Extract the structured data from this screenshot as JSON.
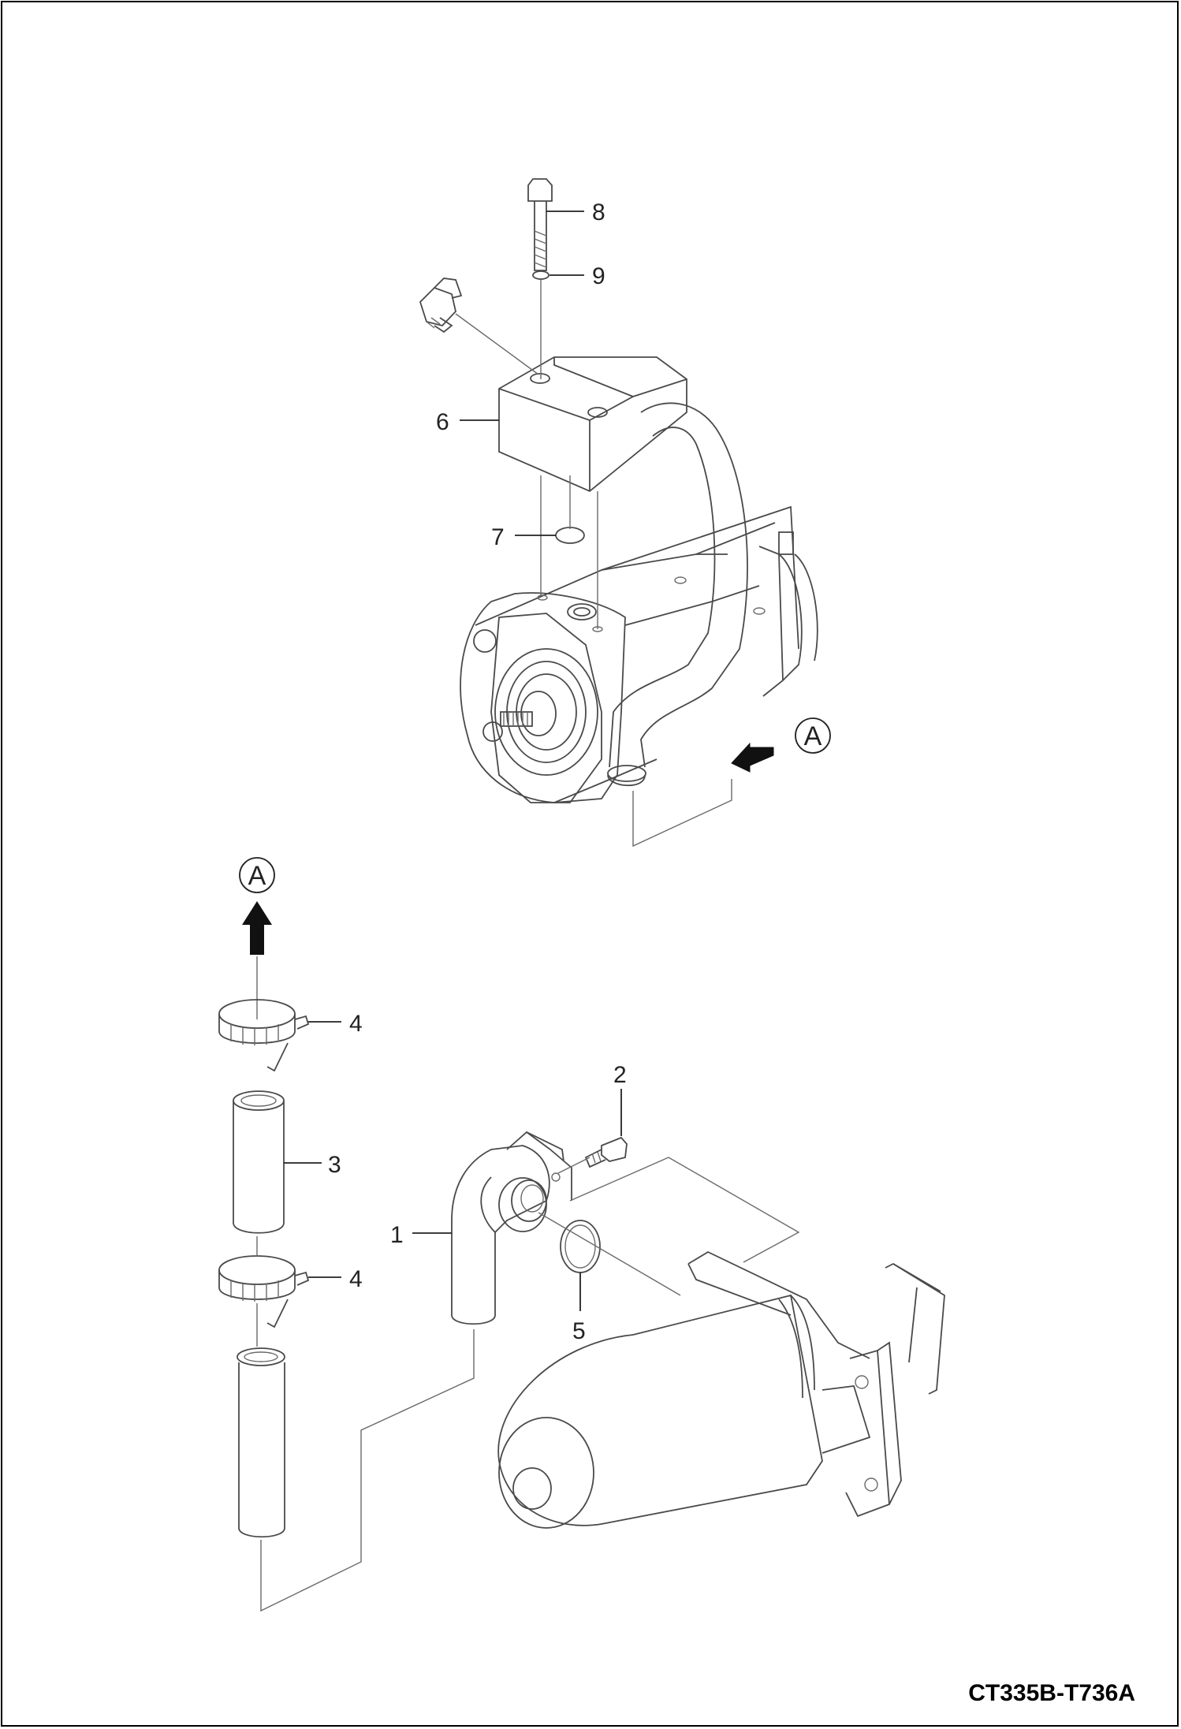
{
  "drawing_code": "CT335B-T736A",
  "reference_marker": "A",
  "parts": [
    {
      "label": "1"
    },
    {
      "label": "2"
    },
    {
      "label": "3"
    },
    {
      "label": "4"
    },
    {
      "label": "4"
    },
    {
      "label": "5"
    },
    {
      "label": "6"
    },
    {
      "label": "7"
    },
    {
      "label": "8"
    },
    {
      "label": "9"
    }
  ],
  "colors": {
    "line": "#4a4a4a",
    "text": "#222222",
    "background": "#ffffff"
  }
}
